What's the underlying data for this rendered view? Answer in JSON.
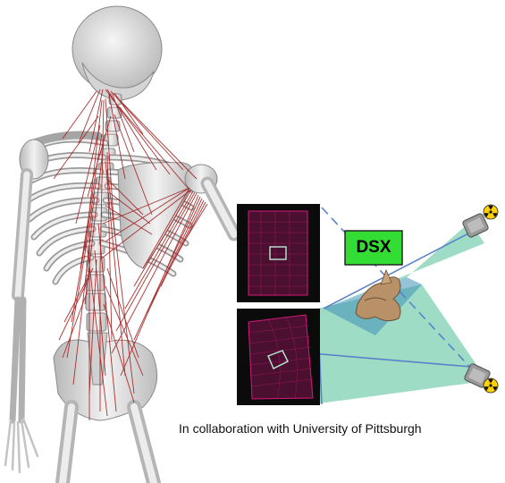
{
  "diagram": {
    "badge_label": "DSX",
    "caption": "In collaboration with University of Pittsburgh",
    "colors": {
      "muscle_lines": "#a11d1d",
      "bone": "#e6e6e6",
      "xray_panel_bg": "#0b0b0b",
      "xray_tint": "#d8187e",
      "beam_fill": "#4fbf97",
      "badge_fill": "#33dd33",
      "guide_lines": "#5b82c9",
      "radiation_icon": "#ffd200"
    },
    "icons": [
      "skeleton-muscle-model",
      "xray-source-icon",
      "radiation-icon",
      "vertebra-model"
    ]
  }
}
